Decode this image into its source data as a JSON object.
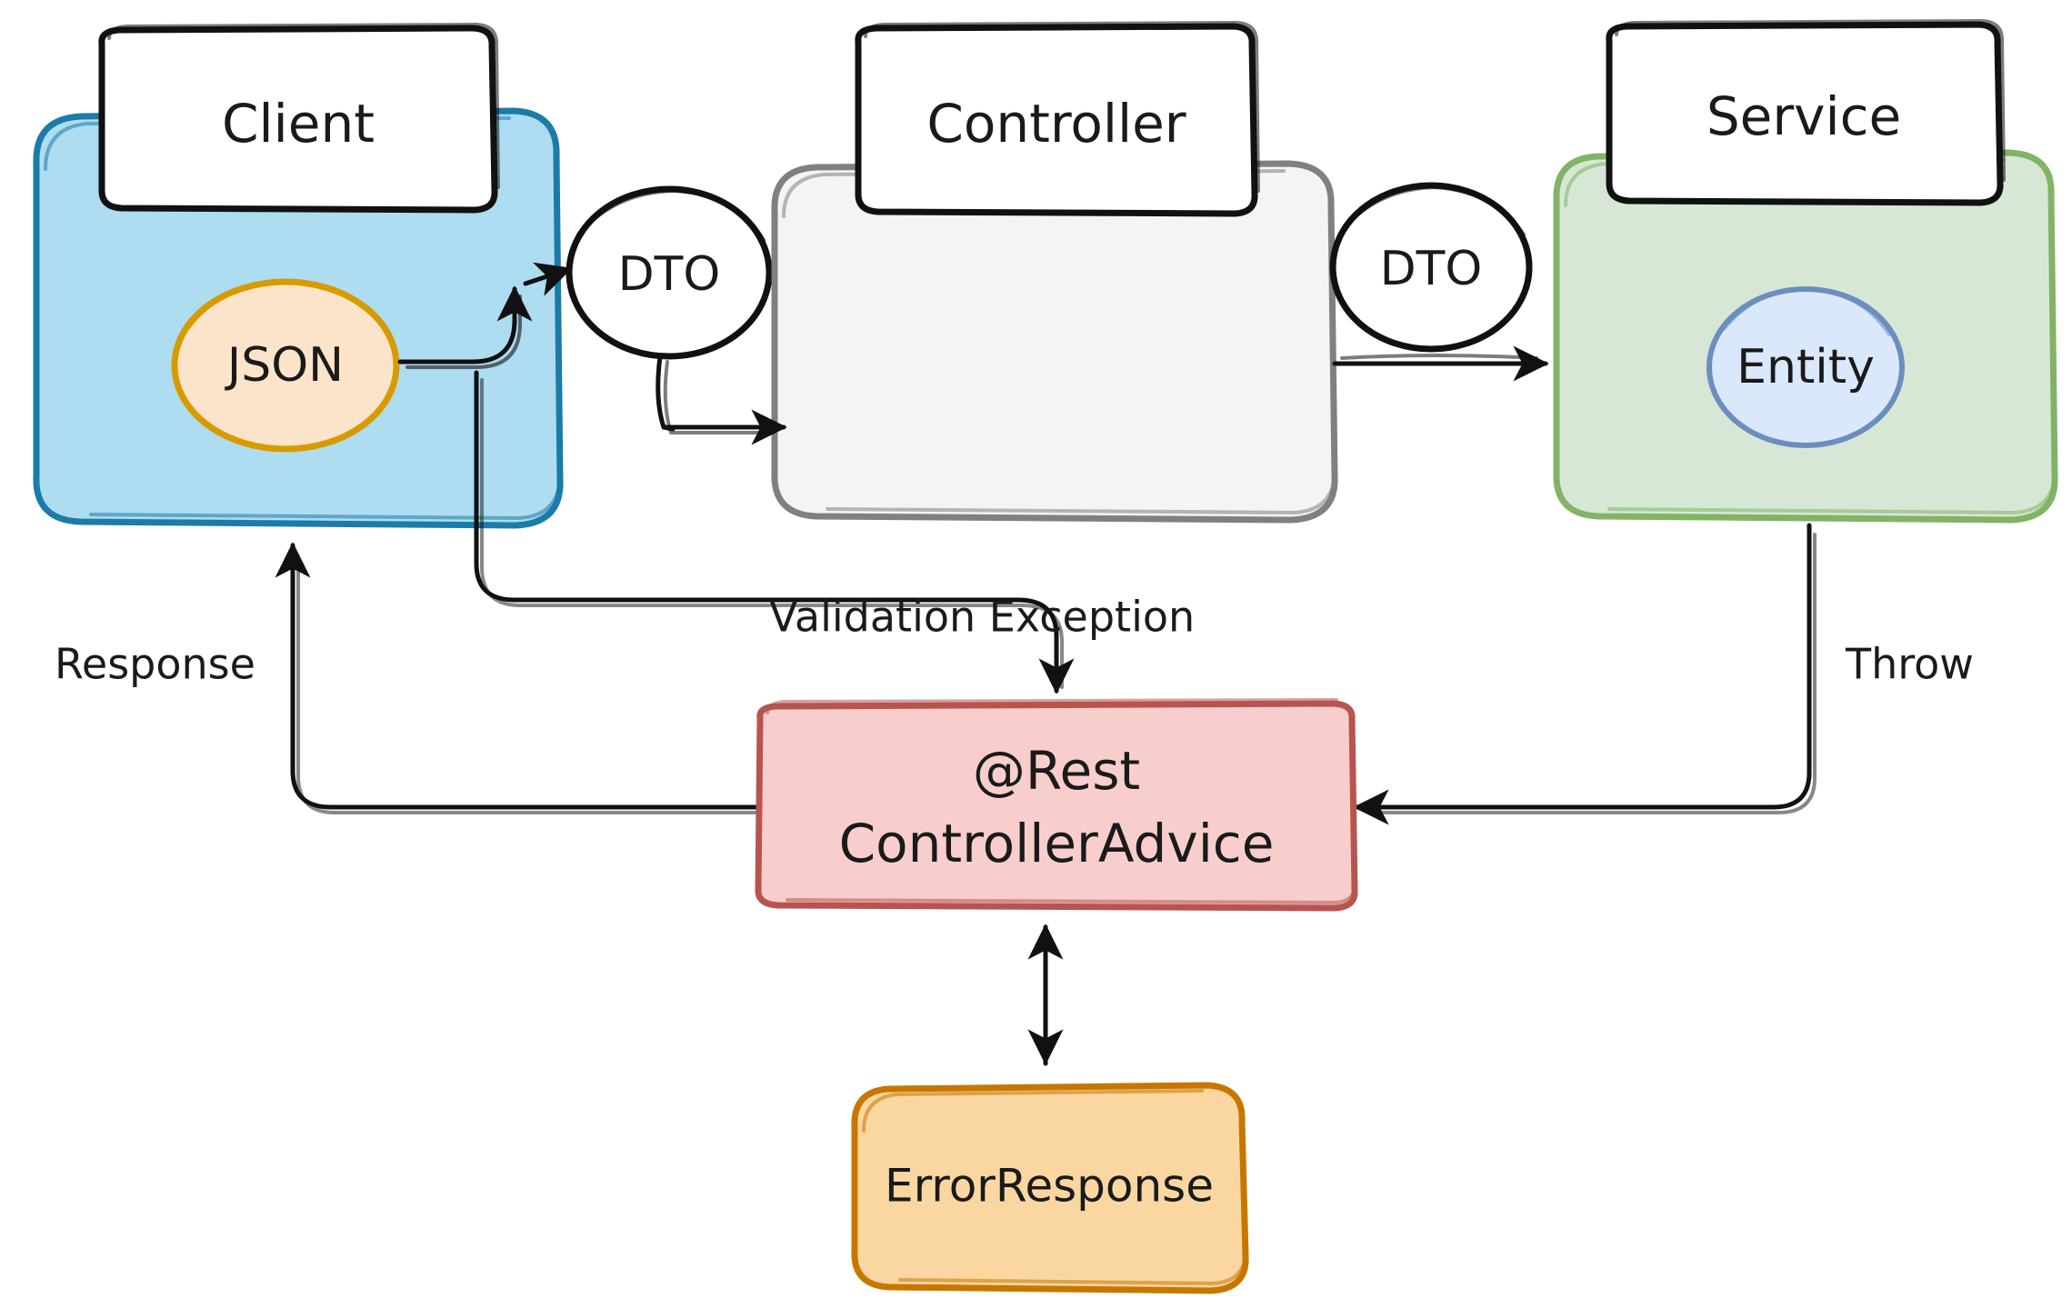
{
  "diagram": {
    "title": "Spring Boot REST request / exception handling flow",
    "type": "flow-diagram",
    "style": "hand-drawn-sketch",
    "background": "#ffffff",
    "nodes": [
      {
        "id": "client",
        "label": "Client",
        "shape": "rounded-rect",
        "fill": "#AEDCF0",
        "stroke": "#1C7BA8"
      },
      {
        "id": "client-title",
        "label": "Client",
        "shape": "rounded-rect",
        "fill": "#FFFFFF",
        "stroke": "#111111"
      },
      {
        "id": "json",
        "label": "JSON",
        "shape": "ellipse",
        "fill": "#FCE4CB",
        "stroke": "#D79B00"
      },
      {
        "id": "dto1",
        "label": "DTO",
        "shape": "ellipse",
        "fill": "#FFFFFF",
        "stroke": "#111111"
      },
      {
        "id": "controller",
        "label": "Controller",
        "shape": "rounded-rect",
        "fill": "#F4F4F4",
        "stroke": "#808080"
      },
      {
        "id": "dto2",
        "label": "DTO",
        "shape": "ellipse",
        "fill": "#FFFFFF",
        "stroke": "#111111"
      },
      {
        "id": "service",
        "label": "Service",
        "shape": "rounded-rect",
        "fill": "#D6E8D5",
        "stroke": "#82B366"
      },
      {
        "id": "entity",
        "label": "Entity",
        "shape": "ellipse",
        "fill": "#DAE8FC",
        "stroke": "#6C8EBF"
      },
      {
        "id": "advice",
        "label": "@Rest\nControllerAdvice",
        "shape": "rounded-rect",
        "fill": "#F8CECC",
        "stroke": "#B85450"
      },
      {
        "id": "error",
        "label": "ErrorResponse",
        "shape": "rounded-rect",
        "fill": "#FAD7A0",
        "stroke": "#C77700"
      }
    ],
    "node_labels": {
      "client": "Client",
      "controller": "Controller",
      "service": "Service",
      "json": "JSON",
      "dto_left": "DTO",
      "dto_right": "DTO",
      "entity": "Entity",
      "advice_line1": "@Rest",
      "advice_line2": "ControllerAdvice",
      "error": "ErrorResponse"
    },
    "edges": [
      {
        "id": "e1",
        "from": "json",
        "to": "dto1",
        "label": "",
        "arrow": true
      },
      {
        "id": "e2",
        "from": "dto1",
        "to": "controller",
        "label": "",
        "arrow": true
      },
      {
        "id": "e3",
        "from": "dto2",
        "to": "service",
        "label": "",
        "arrow": true
      },
      {
        "id": "e4",
        "from": "client",
        "to": "advice",
        "label": "Validation Exception",
        "arrow": true
      },
      {
        "id": "e5",
        "from": "advice",
        "to": "client",
        "label": "Response",
        "arrow": true
      },
      {
        "id": "e6",
        "from": "service",
        "to": "advice",
        "label": "Throw",
        "arrow": true
      },
      {
        "id": "e7",
        "from": "error",
        "to": "advice",
        "label": "",
        "arrow": "both"
      }
    ],
    "edge_labels": {
      "validation_exception": "Validation Exception",
      "response": "Response",
      "throw": "Throw"
    }
  }
}
